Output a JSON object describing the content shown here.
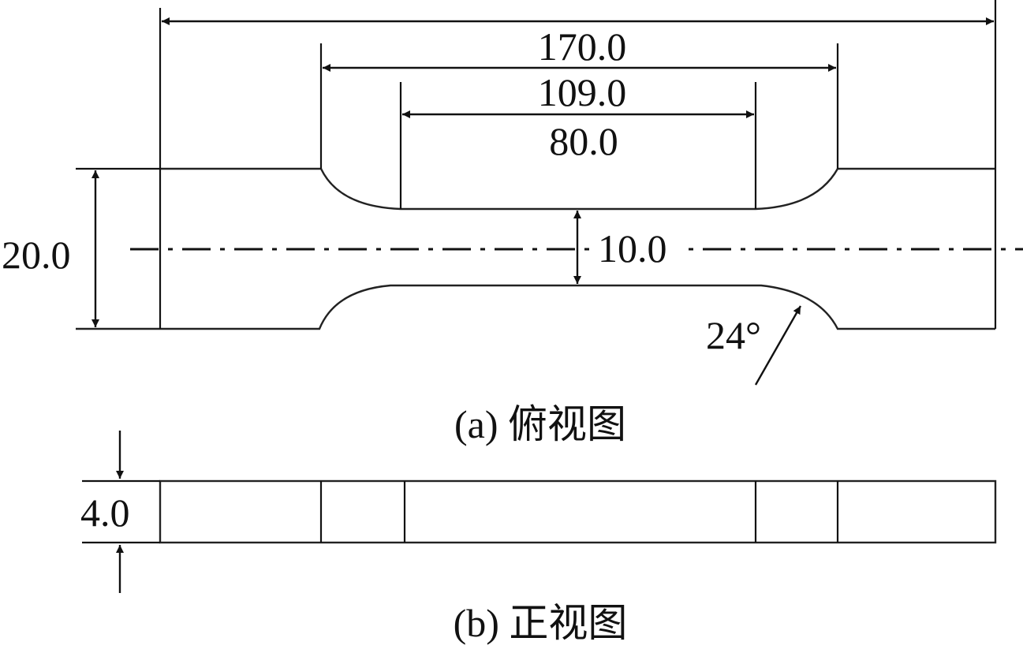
{
  "top_view": {
    "dimensions": {
      "overall_length": "",
      "gauge_outer": "170.0",
      "gauge_straight": "109.0",
      "gauge_mark": "80.0",
      "grip_width": "20.0",
      "neck_width": "10.0",
      "fillet_angle": "24°"
    },
    "caption": "(a) 俯视图"
  },
  "front_view": {
    "dimensions": {
      "thickness": "4.0"
    },
    "caption": "(b) 正视图"
  },
  "colors": {
    "line": "#111111",
    "background": "#ffffff"
  }
}
